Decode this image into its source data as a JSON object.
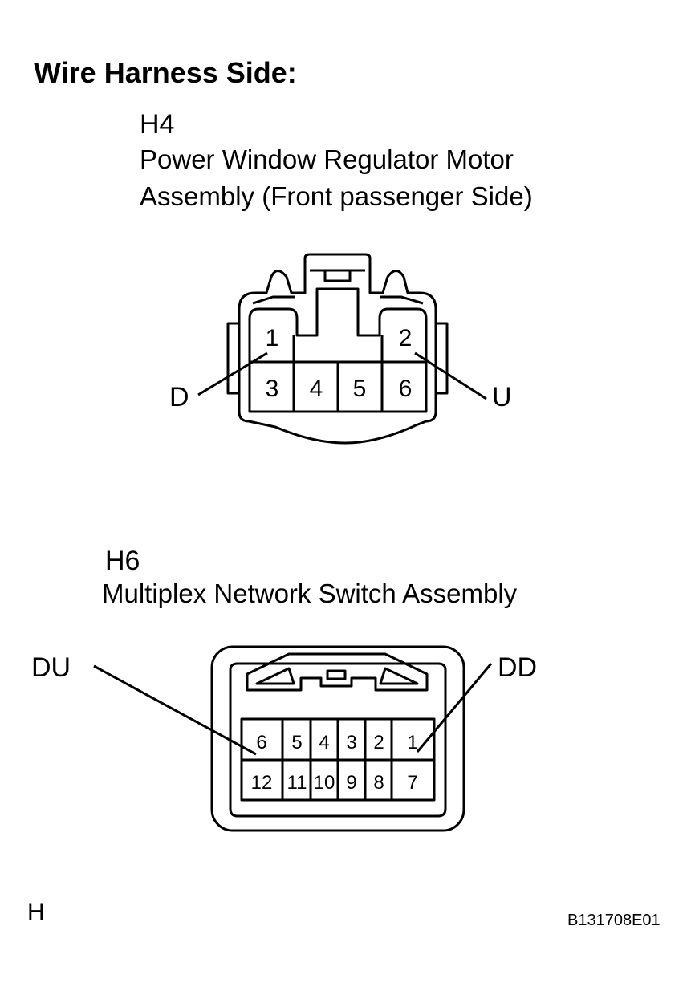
{
  "heading": "Wire Harness Side:",
  "connectors": [
    {
      "code": "H4",
      "name_lines": [
        "Power Window Regulator Motor",
        "Assembly (Front passenger Side)"
      ],
      "pins": [
        "1",
        "2",
        "3",
        "4",
        "5",
        "6"
      ],
      "signals": [
        "D",
        "U"
      ]
    },
    {
      "code": "H6",
      "name_lines": [
        "Multiplex Network Switch Assembly"
      ],
      "pins": [
        "1",
        "2",
        "3",
        "4",
        "5",
        "6",
        "7",
        "8",
        "9",
        "10",
        "11",
        "12"
      ],
      "signals": [
        "DU",
        "DD"
      ]
    }
  ],
  "footer": {
    "left": "H",
    "right": "B131708E01"
  }
}
